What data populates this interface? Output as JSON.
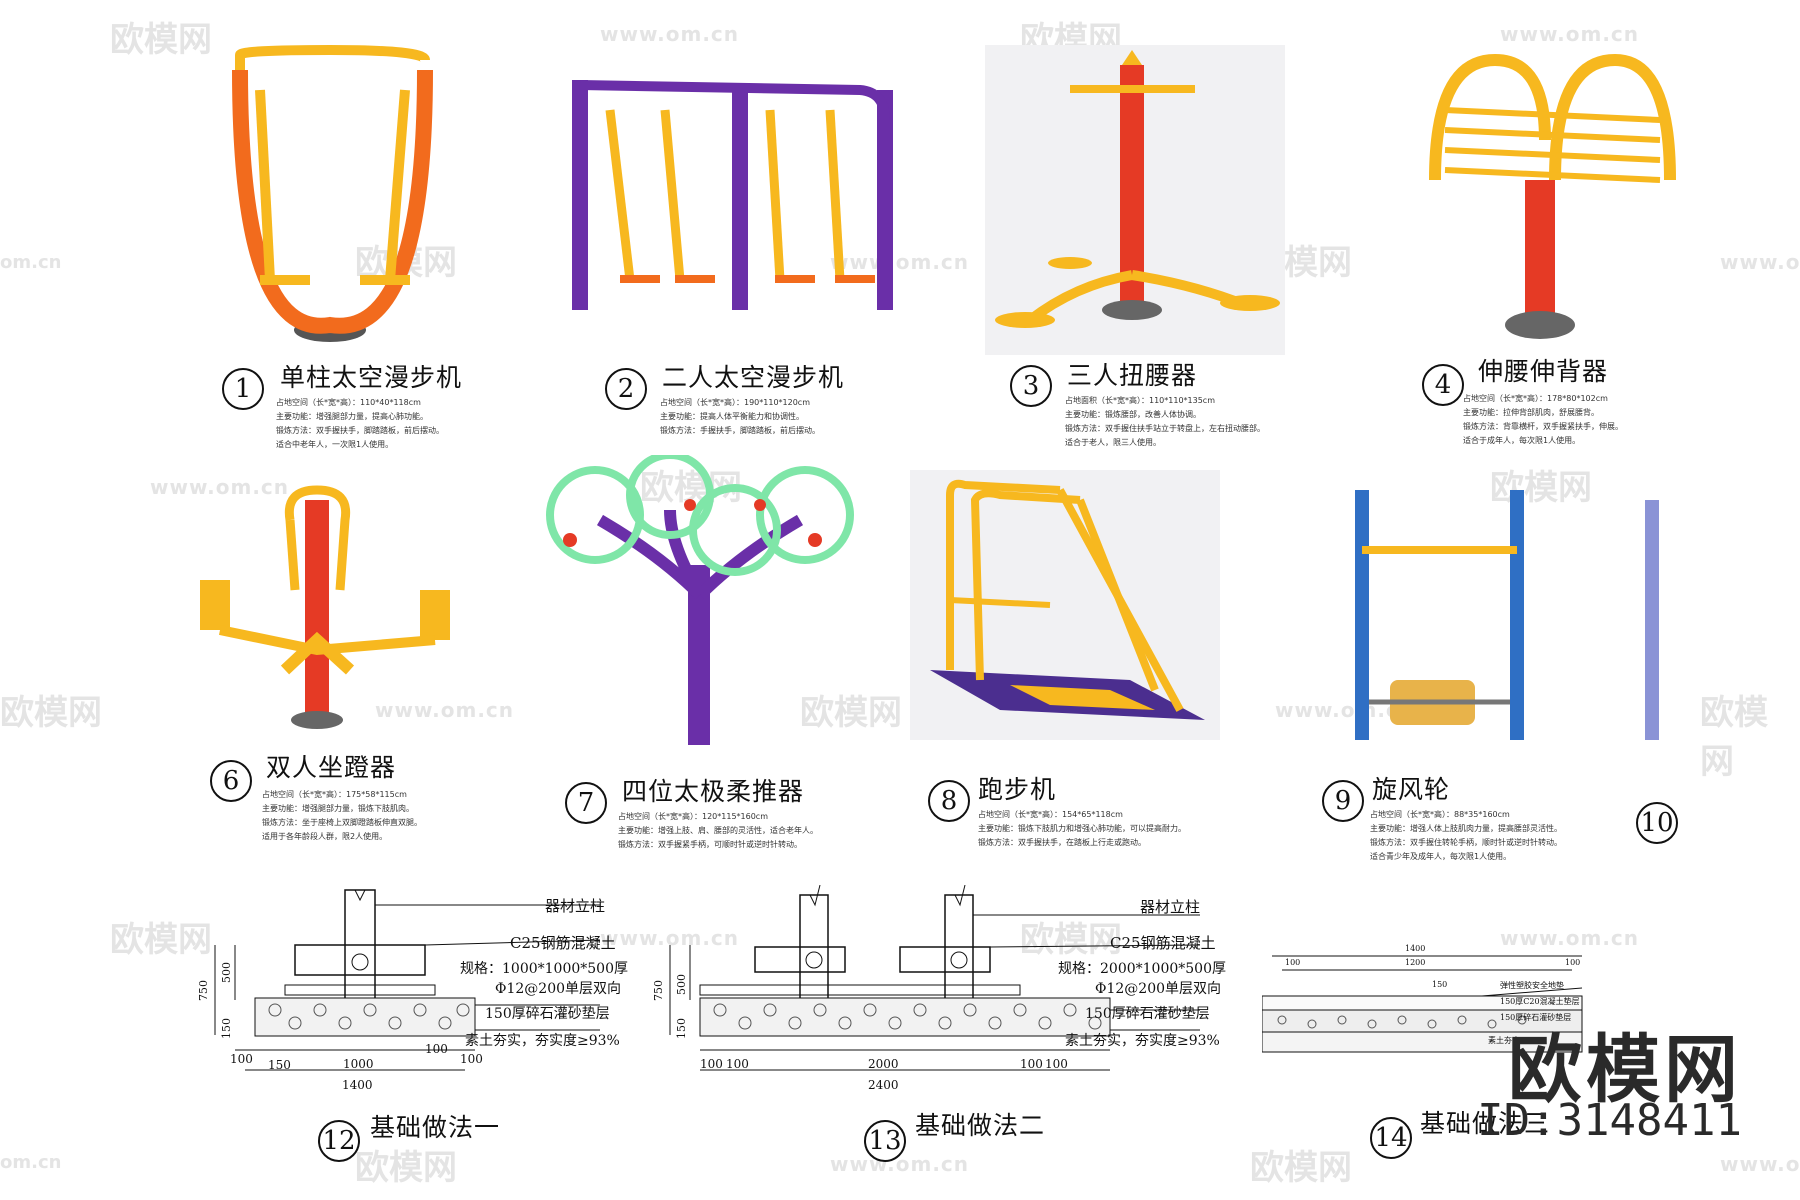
{
  "items": [
    {
      "num": "1",
      "title": "单柱太空漫步机"
    },
    {
      "num": "2",
      "title": "二人太空漫步机"
    },
    {
      "num": "3",
      "title": "三人扭腰器"
    },
    {
      "num": "4",
      "title": "伸腰伸背器"
    },
    {
      "num": "6",
      "title": "双人坐蹬器"
    },
    {
      "num": "7",
      "title": "四位太极柔推器"
    },
    {
      "num": "8",
      "title": "跑步机"
    },
    {
      "num": "9",
      "title": "旋风轮"
    },
    {
      "num": "10",
      "title": ""
    }
  ],
  "descriptions": {
    "d1": [
      "占地空间（长*宽*高）：110*40*118cm",
      "主要功能：增强腿部力量，提高心肺功能。",
      "锻炼方法：双手握扶手，脚踏踏板，前后摆动。",
      "       适合中老年人，一次限1人使用。"
    ],
    "d2": [
      "占地空间（长*宽*高）：190*110*120cm",
      "主要功能：提高人体平衡能力和协调性。",
      "锻炼方法：手握扶手，脚踏踏板，前后摆动。"
    ],
    "d3": [
      "占地面积（长*宽*高）：110*110*135cm",
      "主要功能：锻炼腰部，改善人体协调。",
      "锻炼方法：双手握住扶手站立于转盘上，左右扭动腰部。",
      "       适合于老人，限三人使用。"
    ],
    "d4": [
      "占地空间（长*宽*高）：178*80*102cm",
      "主要功能：拉伸背部肌肉，舒展腰背。",
      "锻炼方法：背靠横杆，双手握紧扶手，伸展。",
      "       适合于成年人，每次限1人使用。"
    ],
    "d6": [
      "占地空间（长*宽*高）：175*58*115cm",
      "主要功能：增强腿部力量，锻炼下肢肌肉。",
      "锻炼方法：坐于座椅上双脚蹬踏板伸直双腿。",
      "       适用于各年龄段人群，限2人使用。"
    ],
    "d7": [
      "占地空间（长*宽*高）：120*115*160cm",
      "主要功能：增强上肢、肩、腰部的灵活性，适合老年人。",
      "锻炼方法：双手握紧手柄，可顺时针或逆时针转动。"
    ],
    "d8": [
      "占地空间（长*宽*高）：154*65*118cm",
      "主要功能：锻炼下肢肌力和增强心肺功能，可以提高耐力。",
      "锻炼方法：双手握扶手，在踏板上行走或跑动。"
    ],
    "d9": [
      "占地空间（长*宽*高）：88*35*160cm",
      "主要功能：增强人体上肢肌肉力量，提高腰部灵活性。",
      "锻炼方法：双手握住转轮手柄，顺时针或逆时针转动。",
      "       适合青少年及成年人，每次限1人使用。"
    ]
  },
  "foundations": {
    "f12": {
      "num": "12",
      "title": "基础做法一",
      "column_label": "器材立柱",
      "concrete": "C25钢筋混凝土",
      "spec1": "规格：1000*1000*500厚",
      "spec2": "Φ12@200单层双向",
      "gravel": "150厚碎石灌砂垫层",
      "soil": "素土夯实，夯实度≥93%",
      "dim_750": "750",
      "dim_500": "500",
      "dim_150": "150",
      "dim_100a": "100",
      "dim_100b": "100",
      "dim_1000": "1000",
      "dim_1400": "1400",
      "dim_100c": "100",
      "dim_150b": "150"
    },
    "f13": {
      "num": "13",
      "title": "基础做法二",
      "column_label": "器材立柱",
      "concrete": "C25钢筋混凝土",
      "spec1": "规格：2000*1000*500厚",
      "spec2": "Φ12@200单层双向",
      "gravel": "150厚碎石灌砂垫层",
      "soil": "素土夯实，夯实度≥93%",
      "dim_750": "750",
      "dim_500": "500",
      "dim_150": "150",
      "dim_2000": "2000",
      "dim_2400": "2400",
      "dim_100a": "100",
      "dim_100b": "100",
      "dim_100c": "100",
      "dim_100d": "100"
    },
    "f14": {
      "num": "14",
      "title": "基础做法三",
      "dim_1400": "1400",
      "dim_1200": "1200",
      "dim_100a": "100",
      "dim_100b": "100",
      "dim_150": "150",
      "layer1": "弹性塑胶安全地垫",
      "layer2": "150厚C20混凝土垫层",
      "layer3": "150厚碎石灌砂垫层",
      "layer4": "素土夯实"
    }
  },
  "watermark": {
    "logo": "欧模网",
    "url": "www.om.cn",
    "url_short": "om.cn"
  },
  "brand": {
    "name": "欧模网",
    "id": "ID:3148411"
  },
  "colors": {
    "orange": "#f26b1d",
    "yellow": "#f7b81f",
    "red": "#e53a25",
    "purple": "#6a2fa8",
    "blue": "#2f6fc4",
    "green": "#7fe6a8",
    "grey": "#777777"
  }
}
